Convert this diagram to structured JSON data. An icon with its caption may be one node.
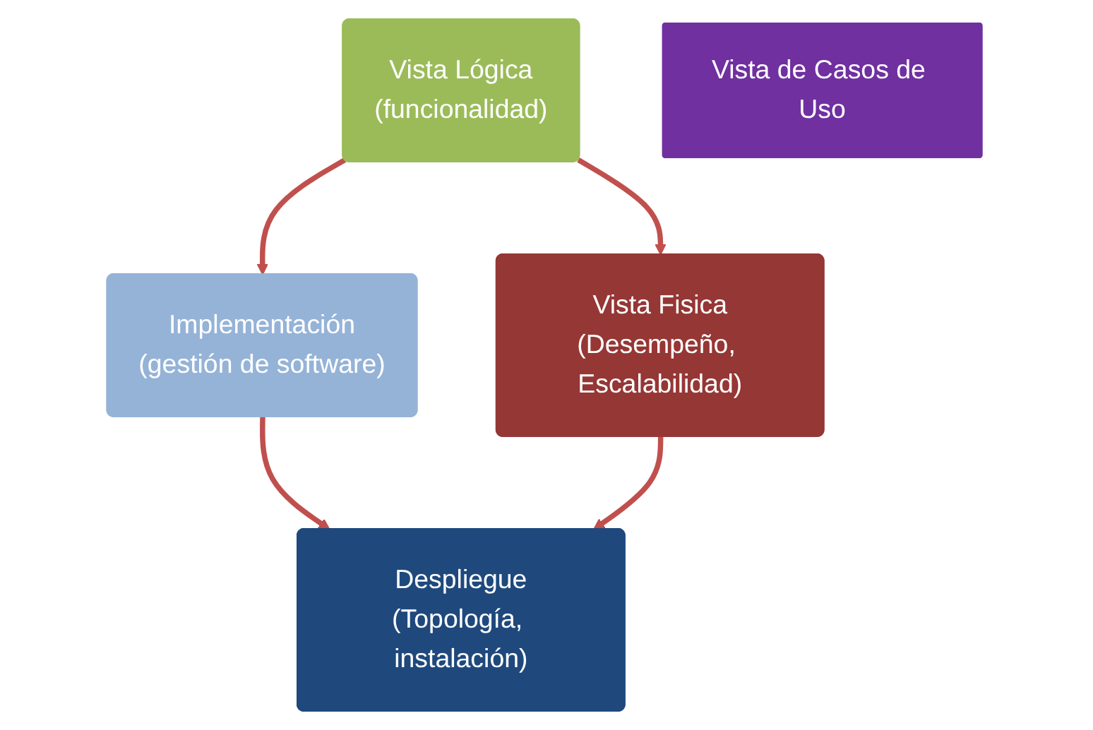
{
  "diagram": {
    "nodes": [
      {
        "text": [
          "Vista Lógica",
          "(funcionalidad)"
        ]
      },
      {
        "text": [
          "Implementación",
          "(gestión de software)"
        ]
      },
      {
        "text": [
          "Vista de Casos de Uso"
        ]
      },
      {
        "text": [
          "Vista Fisica",
          "(Desempeño, Escalabilidad)"
        ]
      },
      {
        "text": [
          "Despliegue",
          "(Topología, instalación)"
        ]
      }
    ],
    "edges": [
      {
        "from": 0,
        "to": 1,
        "arrow": "to"
      },
      {
        "from": 1,
        "to": 4,
        "arrow": "to"
      },
      {
        "from": 0,
        "to": 3,
        "arrow": "to"
      },
      {
        "from": 3,
        "to": 4,
        "arrow": "to"
      }
    ]
  }
}
